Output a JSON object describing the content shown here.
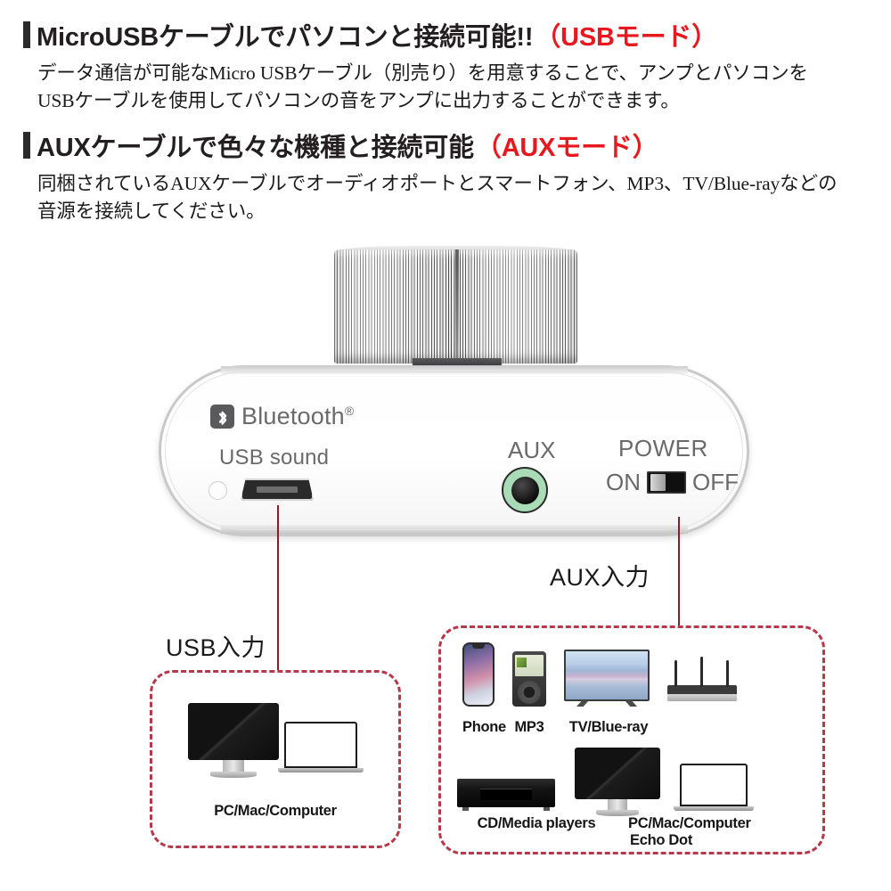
{
  "sections": [
    {
      "heading_main": "MicroUSBケーブルでパソコンと接続可能!!",
      "heading_mode": "（USBモード）",
      "body": "データ通信が可能なMicro USBケーブル（別売り）を用意することで、アンプとパソコンをUSBケーブルを使用してパソコンの音をアンプに出力することができます。"
    },
    {
      "heading_main": "AUXケーブルで色々な機種と接続可能",
      "heading_mode": "（AUXモード）",
      "body": "同梱されているAUXケーブルでオーディオポートとスマートフォン、MP3、TV/Blue-rayなどの音源を接続してください。"
    }
  ],
  "device": {
    "bluetooth_label": "Bluetooth",
    "bluetooth_reg": "®",
    "usb_sound_label": "USB sound",
    "aux_label": "AUX",
    "power_label": "POWER",
    "power_on": "ON",
    "power_off": "OFF"
  },
  "groups": {
    "usb": {
      "label": "USB入力",
      "items": [
        {
          "caption": "PC/Mac/Computer"
        }
      ]
    },
    "aux": {
      "label": "AUX入力",
      "items": [
        {
          "caption": "Phone"
        },
        {
          "caption": "MP3"
        },
        {
          "caption": "TV/Blue-ray"
        },
        {
          "caption": "CD/Media players"
        },
        {
          "caption": "PC/Mac/Computer\nEcho Dot"
        }
      ]
    }
  },
  "captions": {
    "pc_mac_usb": "PC/Mac/Computer",
    "phone": "Phone",
    "mp3": "MP3",
    "tv": "TV/Blue-ray",
    "cd": "CD/Media players",
    "pc_mac_aux_line1": "PC/Mac/Computer",
    "pc_mac_aux_line2": "Echo Dot"
  },
  "colors": {
    "accent_red": "#e8191e",
    "dash_red": "#b5394a",
    "line_red": "#8c1c27",
    "aux_green": "#a9dcb6",
    "text_dark": "#231f20"
  }
}
